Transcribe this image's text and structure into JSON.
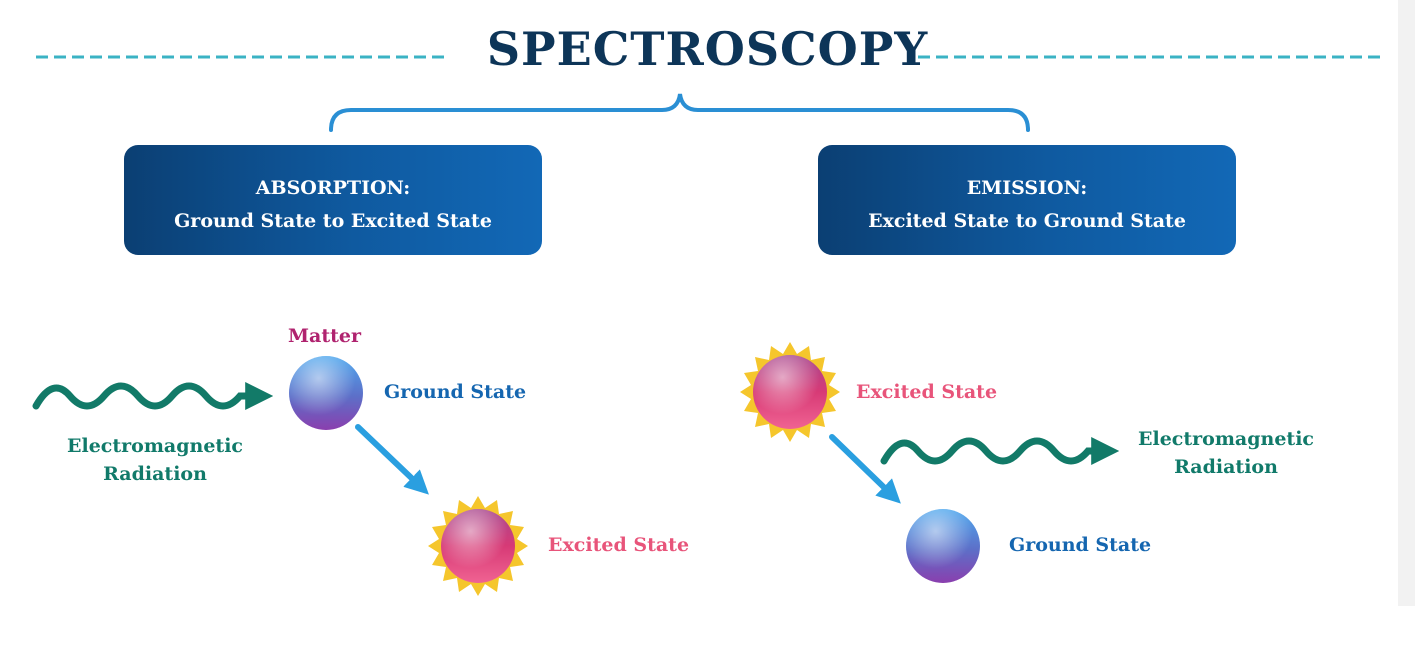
{
  "title": "SPECTROSCOPY",
  "absorption": {
    "heading": "ABSORPTION:",
    "subheading": "Ground State to Excited State",
    "matter_label": "Matter",
    "ground_label": "Ground State",
    "excited_label": "Excited State",
    "radiation_line1": "Electromagnetic",
    "radiation_line2": "Radiation"
  },
  "emission": {
    "heading": "EMISSION:",
    "subheading": "Excited State to Ground State",
    "excited_label": "Excited State",
    "ground_label": "Ground State",
    "radiation_line1": "Electromagnetic",
    "radiation_line2": "Radiation"
  },
  "colors": {
    "title": "#0d3558",
    "card": "#0f5aa0",
    "wave": "#127a68",
    "arrow": "#2a9fe0",
    "ground_label": "#1566b0",
    "excited_label": "#e8547a",
    "matter_label": "#b0236f"
  }
}
